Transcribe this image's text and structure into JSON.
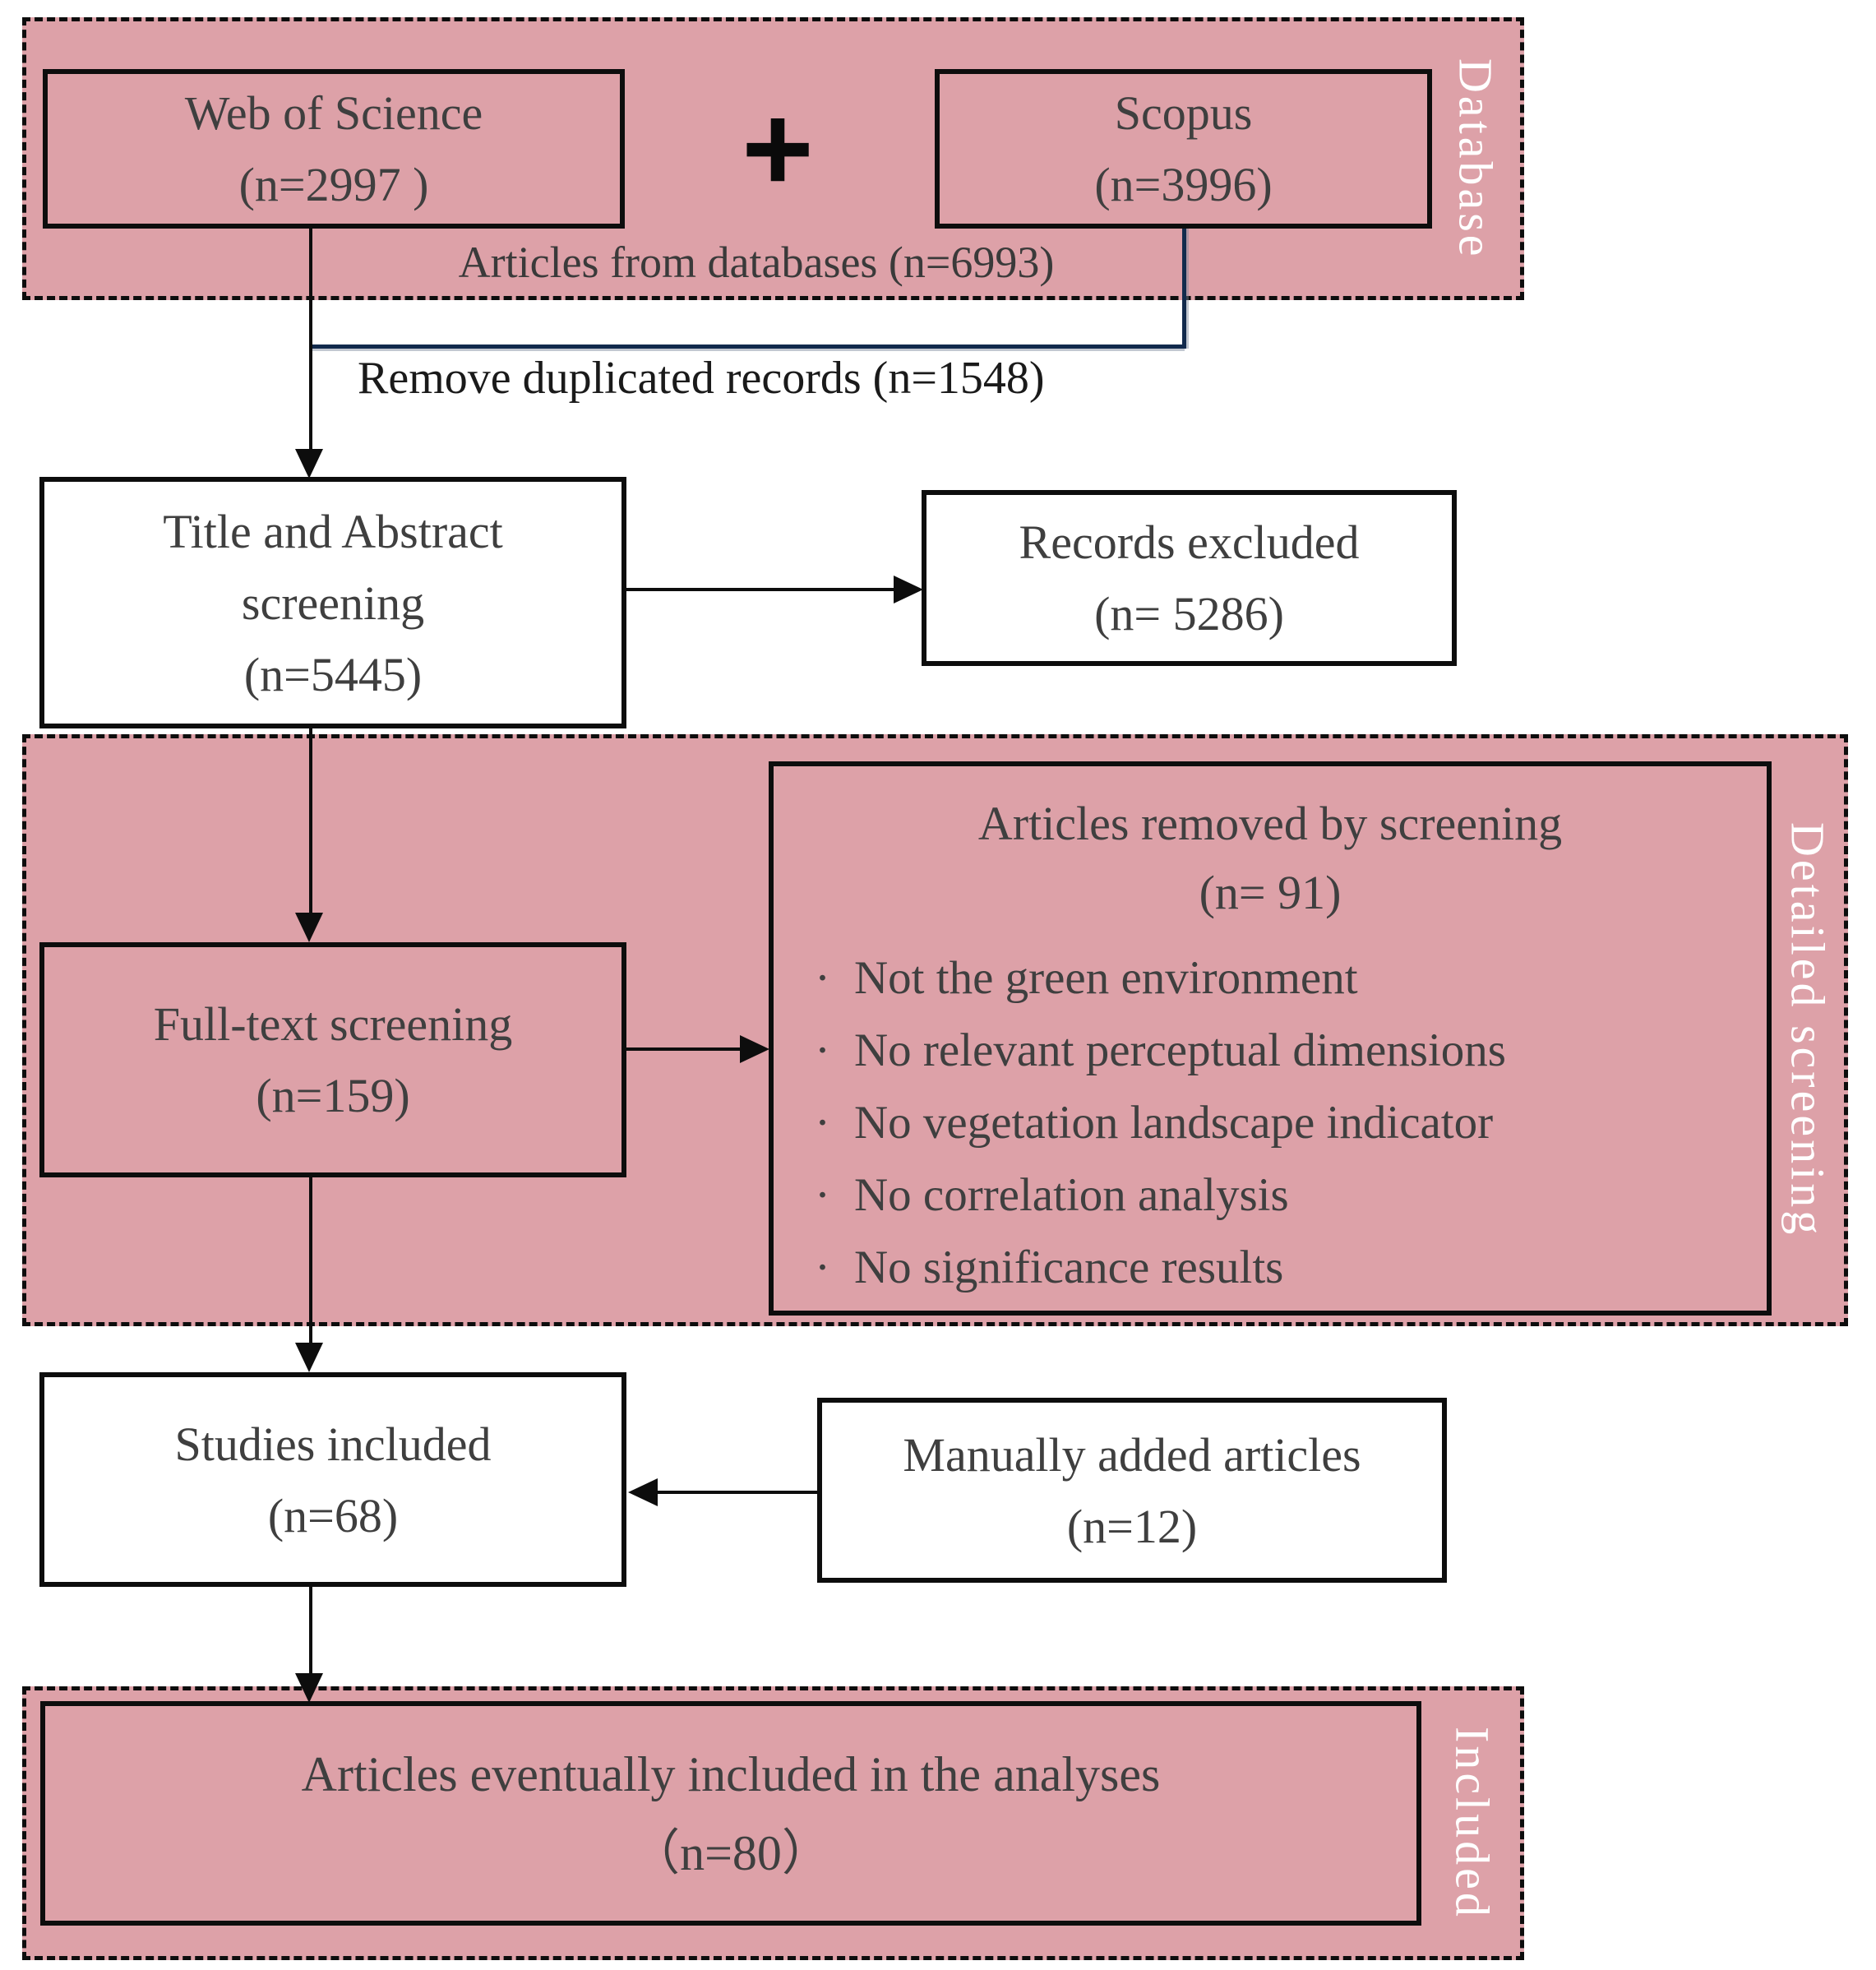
{
  "colors": {
    "pink": "#dda1a8",
    "ink": "#0d0d0d",
    "boxtext": "#3f3f3f",
    "navy": "#122a4c",
    "white": "#ffffff"
  },
  "diagram": {
    "stage_labels": {
      "database": "Database",
      "detailed_screening": "Detailed screening",
      "included": "Included"
    },
    "annotations": {
      "plus": "+",
      "articles_from_databases": "Articles from databases (n=6993)",
      "remove_duplicated": "Remove duplicated records (n=1548)"
    },
    "nodes": {
      "web_of_science": {
        "line1": "Web of Science",
        "line2": "(n=2997 )"
      },
      "scopus": {
        "line1": "Scopus",
        "line2": "(n=3996)"
      },
      "title_abstract": {
        "line1": "Title and Abstract",
        "line2": "screening",
        "line3": "(n=5445)"
      },
      "records_excluded": {
        "line1": "Records excluded",
        "line2": "(n= 5286)"
      },
      "full_text": {
        "line1": "Full-text screening",
        "line2": "(n=159)"
      },
      "articles_removed": {
        "line1": "Articles removed by screening",
        "line2": "(n= 91)",
        "bullet_char": "·",
        "reasons": [
          "Not the green environment",
          "No relevant perceptual dimensions",
          "No vegetation landscape indicator",
          "No correlation analysis",
          "No significance results"
        ]
      },
      "studies_included": {
        "line1": "Studies included",
        "line2": "(n=68)"
      },
      "manually_added": {
        "line1": "Manually added articles",
        "line2": "(n=12)"
      },
      "final_included": {
        "line1": "Articles eventually included in the analyses",
        "line2": "（n=80）"
      }
    }
  }
}
